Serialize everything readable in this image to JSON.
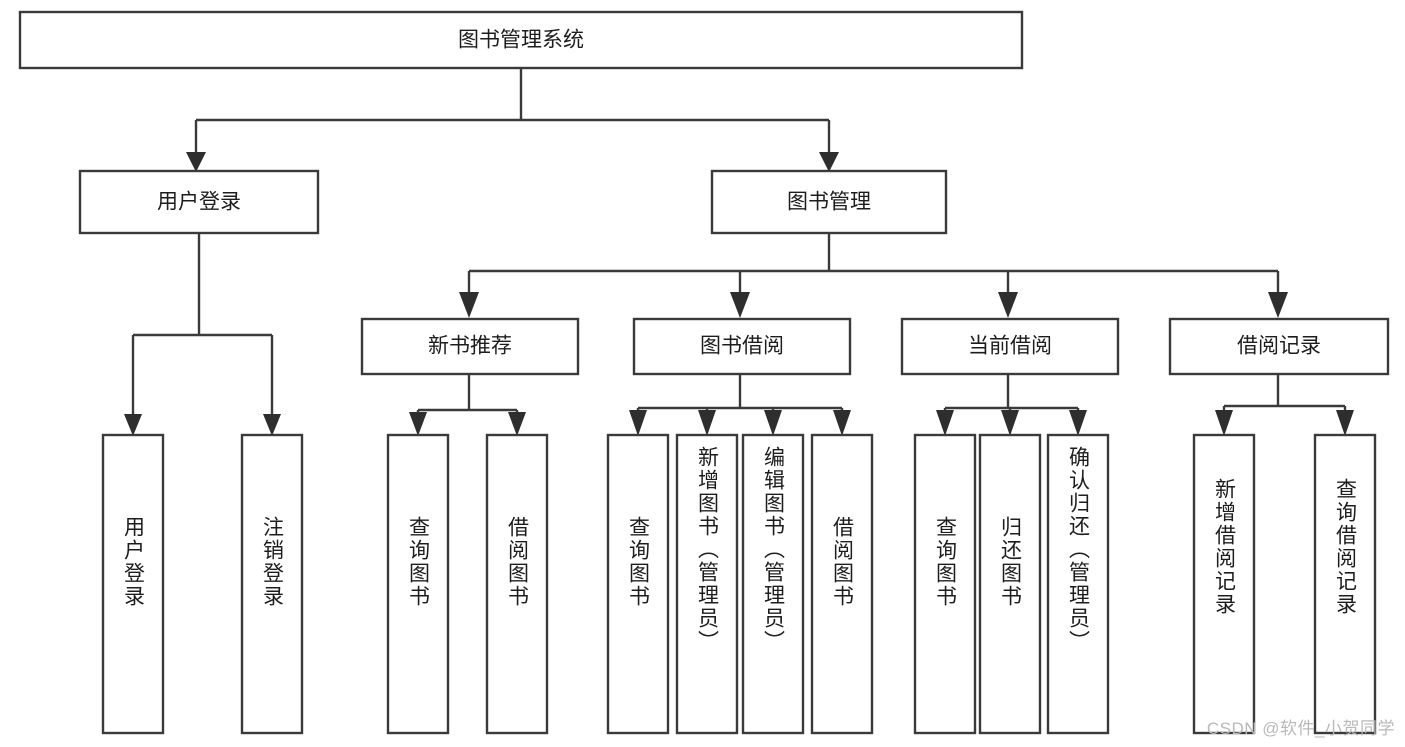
{
  "diagram": {
    "title": "图书管理系统",
    "type": "tree-hierarchy-diagram",
    "root": {
      "id": "root",
      "label": "图书管理系统",
      "orientation": "horizontal"
    },
    "level1": [
      {
        "id": "user-login",
        "label": "用户登录",
        "orientation": "horizontal"
      },
      {
        "id": "book-manage",
        "label": "图书管理",
        "orientation": "horizontal"
      }
    ],
    "level2": [
      {
        "id": "new-book-recommend",
        "label": "新书推荐",
        "orientation": "horizontal",
        "parent": "book-manage"
      },
      {
        "id": "book-borrow",
        "label": "图书借阅",
        "orientation": "horizontal",
        "parent": "book-manage"
      },
      {
        "id": "current-borrow",
        "label": "当前借阅",
        "orientation": "horizontal",
        "parent": "book-manage"
      },
      {
        "id": "borrow-record",
        "label": "借阅记录",
        "orientation": "horizontal",
        "parent": "book-manage"
      }
    ],
    "leaves": [
      {
        "id": "leaf-user-login",
        "label": "用户登录",
        "orientation": "vertical",
        "parent": "user-login"
      },
      {
        "id": "leaf-logout-login",
        "label": "注销登录",
        "orientation": "vertical",
        "parent": "user-login"
      },
      {
        "id": "leaf-query-books-rec",
        "label": "查询图书",
        "orientation": "vertical",
        "parent": "new-book-recommend"
      },
      {
        "id": "leaf-borrow-books-rec",
        "label": "借阅图书",
        "orientation": "vertical",
        "parent": "new-book-recommend"
      },
      {
        "id": "leaf-query-books-borrow",
        "label": "查询图书",
        "orientation": "vertical",
        "parent": "book-borrow"
      },
      {
        "id": "leaf-add-book-admin",
        "label": "新增图书（管理员）",
        "orientation": "vertical",
        "parent": "book-borrow"
      },
      {
        "id": "leaf-edit-book-admin",
        "label": "编辑图书（管理员）",
        "orientation": "vertical",
        "parent": "book-borrow"
      },
      {
        "id": "leaf-borrow-books",
        "label": "借阅图书",
        "orientation": "vertical",
        "parent": "book-borrow"
      },
      {
        "id": "leaf-query-books-current",
        "label": "查询图书",
        "orientation": "vertical",
        "parent": "current-borrow"
      },
      {
        "id": "leaf-return-books",
        "label": "归还图书",
        "orientation": "vertical",
        "parent": "current-borrow"
      },
      {
        "id": "leaf-confirm-return-admin",
        "label": "确认归还（管理员）",
        "orientation": "vertical",
        "parent": "current-borrow"
      },
      {
        "id": "leaf-add-borrow-record",
        "label": "新增借阅记录",
        "orientation": "vertical",
        "parent": "borrow-record"
      },
      {
        "id": "leaf-query-borrow-record",
        "label": "查询借阅记录",
        "orientation": "vertical",
        "parent": "borrow-record"
      }
    ],
    "colors": {
      "stroke": "#3a3a3a",
      "fill": "#ffffff",
      "text": "#1d1d1d",
      "watermark": "#b9b9b9"
    }
  },
  "watermark": {
    "text": "CSDN @软件_小贺同学"
  }
}
